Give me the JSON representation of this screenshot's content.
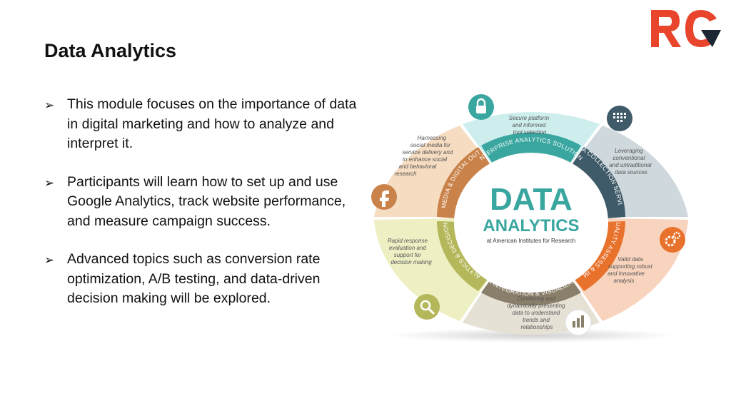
{
  "slide": {
    "title": "Data Analytics",
    "bullets": [
      "This module focuses on the importance of data in digital marketing and how to analyze and interpret it.",
      "Participants will learn how to set up and use Google Analytics, track website performance, and measure campaign success.",
      "Advanced topics such as conversion rate optimization, A/B testing, and data-driven decision making will be explored."
    ],
    "bullet_marker": "➢"
  },
  "logo": {
    "text": "RG",
    "colors": {
      "primary": "#e8452c",
      "dark": "#1b2733"
    }
  },
  "diagram": {
    "center": {
      "line1": "DATA",
      "line2": "ANALYTICS",
      "line3": "at American Institutes for Research"
    },
    "bands": {
      "top": "ENTERPRISE ANALYTICS SOLUTIONS",
      "top_right": "DATA COLLECTION SERVICES",
      "right": "DATA QUALITY ASSESS & IMPROVE",
      "bottom": "DATA INTEGRATION & VISUALIZATION",
      "left_bottom": "POLICY ANALYTICS & DECISION SUPPORT",
      "left_top": "SOCIAL MEDIA & DIGITAL OUTREACH"
    },
    "descriptions": {
      "top": [
        "Secure platform",
        "and informed",
        "tool selection"
      ],
      "top_right": [
        "Leveraging",
        "conventional",
        "and untraditional",
        "data sources"
      ],
      "right": [
        "Valid data",
        "supporting robust",
        "and innovative",
        "analysis"
      ],
      "bottom": [
        "Combining and",
        "dynamically presenting",
        "data to understand",
        "trends and",
        "relationships"
      ],
      "left_bottom": [
        "Rapid response",
        "evaluation and",
        "support for",
        "decision making"
      ],
      "left_top": [
        "Harnessing",
        "social media for",
        "service delivery and",
        "to enhance social",
        "and behavioral",
        "research"
      ]
    },
    "icons": [
      "lock-icon",
      "grid-icon",
      "gears-icon",
      "bar-chart-icon",
      "magnifier-icon",
      "facebook-icon"
    ],
    "colors": {
      "top": "#cdeeed",
      "top_band": "#3aa6a0",
      "top_right": "#cfd8dc",
      "top_right_band": "#3f5a68",
      "right": "#f8d3bd",
      "right_band": "#e8722c",
      "bottom": "#e6e1d5",
      "bottom_band": "#8a7f6a",
      "left_bottom": "#eef0c4",
      "left_bottom_band": "#b4b85a",
      "left_top": "#f6dcc1",
      "left_top_band": "#c9824a"
    }
  }
}
